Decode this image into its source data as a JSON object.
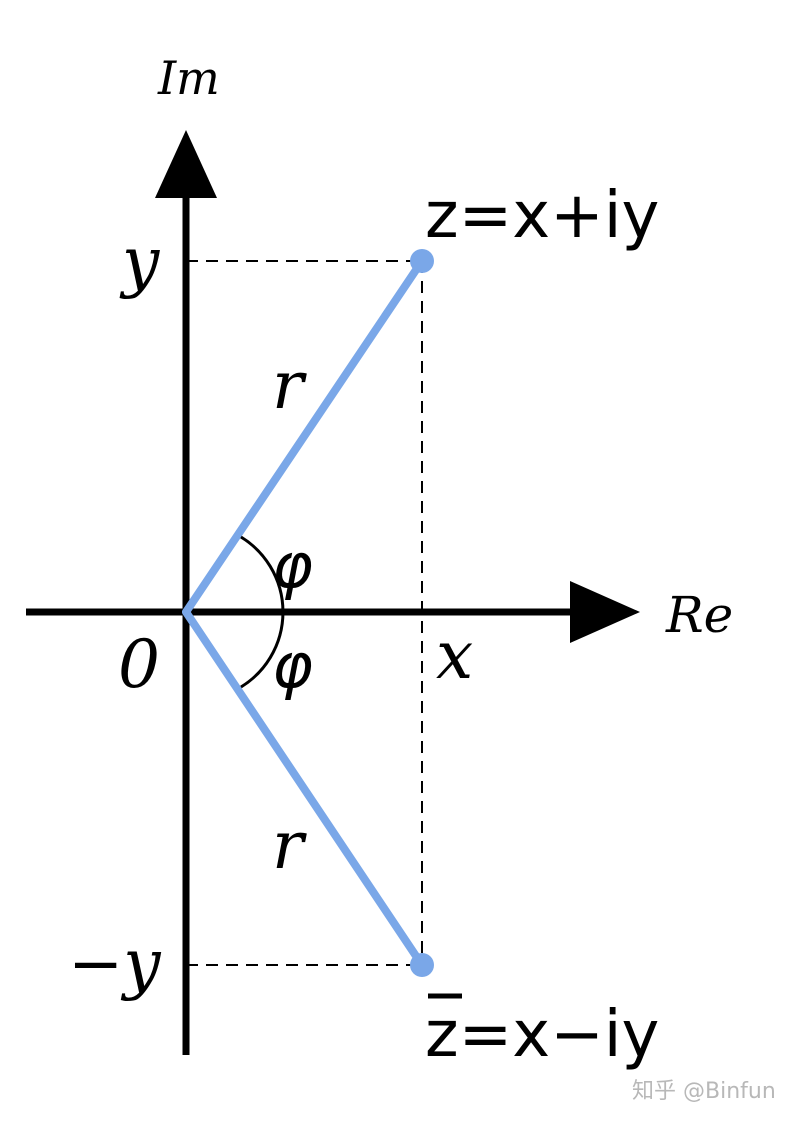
{
  "labels": {
    "imaginary_axis": "Im",
    "real_axis": "Re",
    "origin": "0",
    "y_tick": "y",
    "neg_y_tick": "−y",
    "x_tick": "x",
    "radius_upper": "r",
    "radius_lower": "r",
    "angle_upper": "φ",
    "angle_lower": "φ"
  },
  "formulas": {
    "z": "z=x+iy",
    "z_conjugate": "z=x−iy"
  },
  "watermark": "知乎 @Binfun",
  "colors": {
    "vector": "#7aa7e8",
    "axis": "#000000",
    "guide": "#000000",
    "watermark": "#b8b8b8"
  }
}
